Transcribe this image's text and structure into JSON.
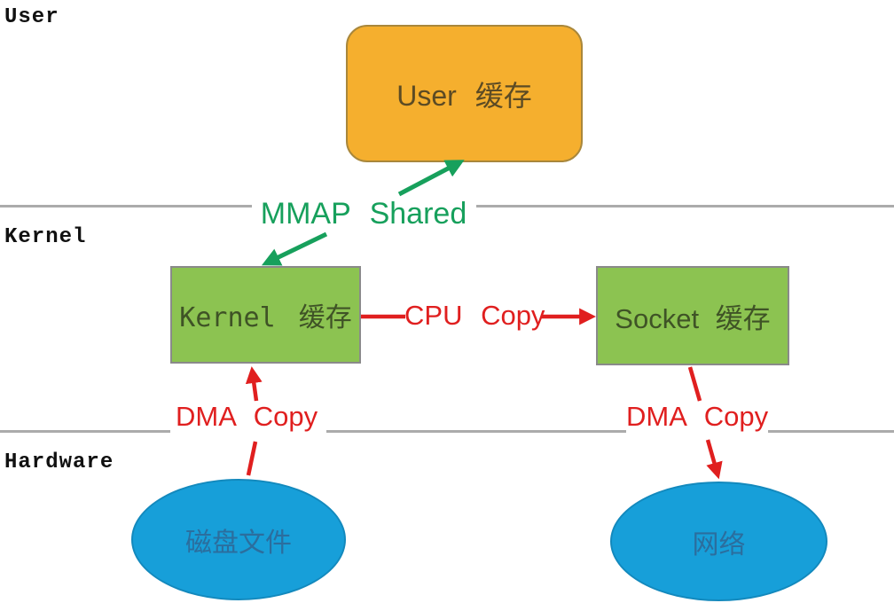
{
  "diagram": {
    "layers": {
      "user": "User",
      "kernel": "Kernel",
      "hardware": "Hardware"
    },
    "nodes": {
      "user_buffer": "User 缓存",
      "kernel_buffer": "Kernel 缓存",
      "socket_buffer": "Socket 缓存",
      "disk_file": "磁盘文件",
      "network": "网络"
    },
    "edges": {
      "mmap_shared": "MMAP Shared",
      "cpu_copy": "CPU Copy",
      "dma_copy_left": "DMA Copy",
      "dma_copy_right": "DMA Copy"
    }
  },
  "colors": {
    "node_orange": "#F5AF2E",
    "node_orange_border": "#A9873B",
    "node_green": "#8CC351",
    "node_green_border": "#8A8A8A",
    "node_blue": "#179FD9",
    "node_blue_border": "#1389BD",
    "arrow_green": "#17A05C",
    "arrow_red": "#E01F1F",
    "divider_gray": "#ABABAB",
    "label_black": "#111111",
    "text_on_orange": "#5C4B24",
    "text_on_green": "#3F5326",
    "text_on_blue": "#2B6E9E"
  }
}
